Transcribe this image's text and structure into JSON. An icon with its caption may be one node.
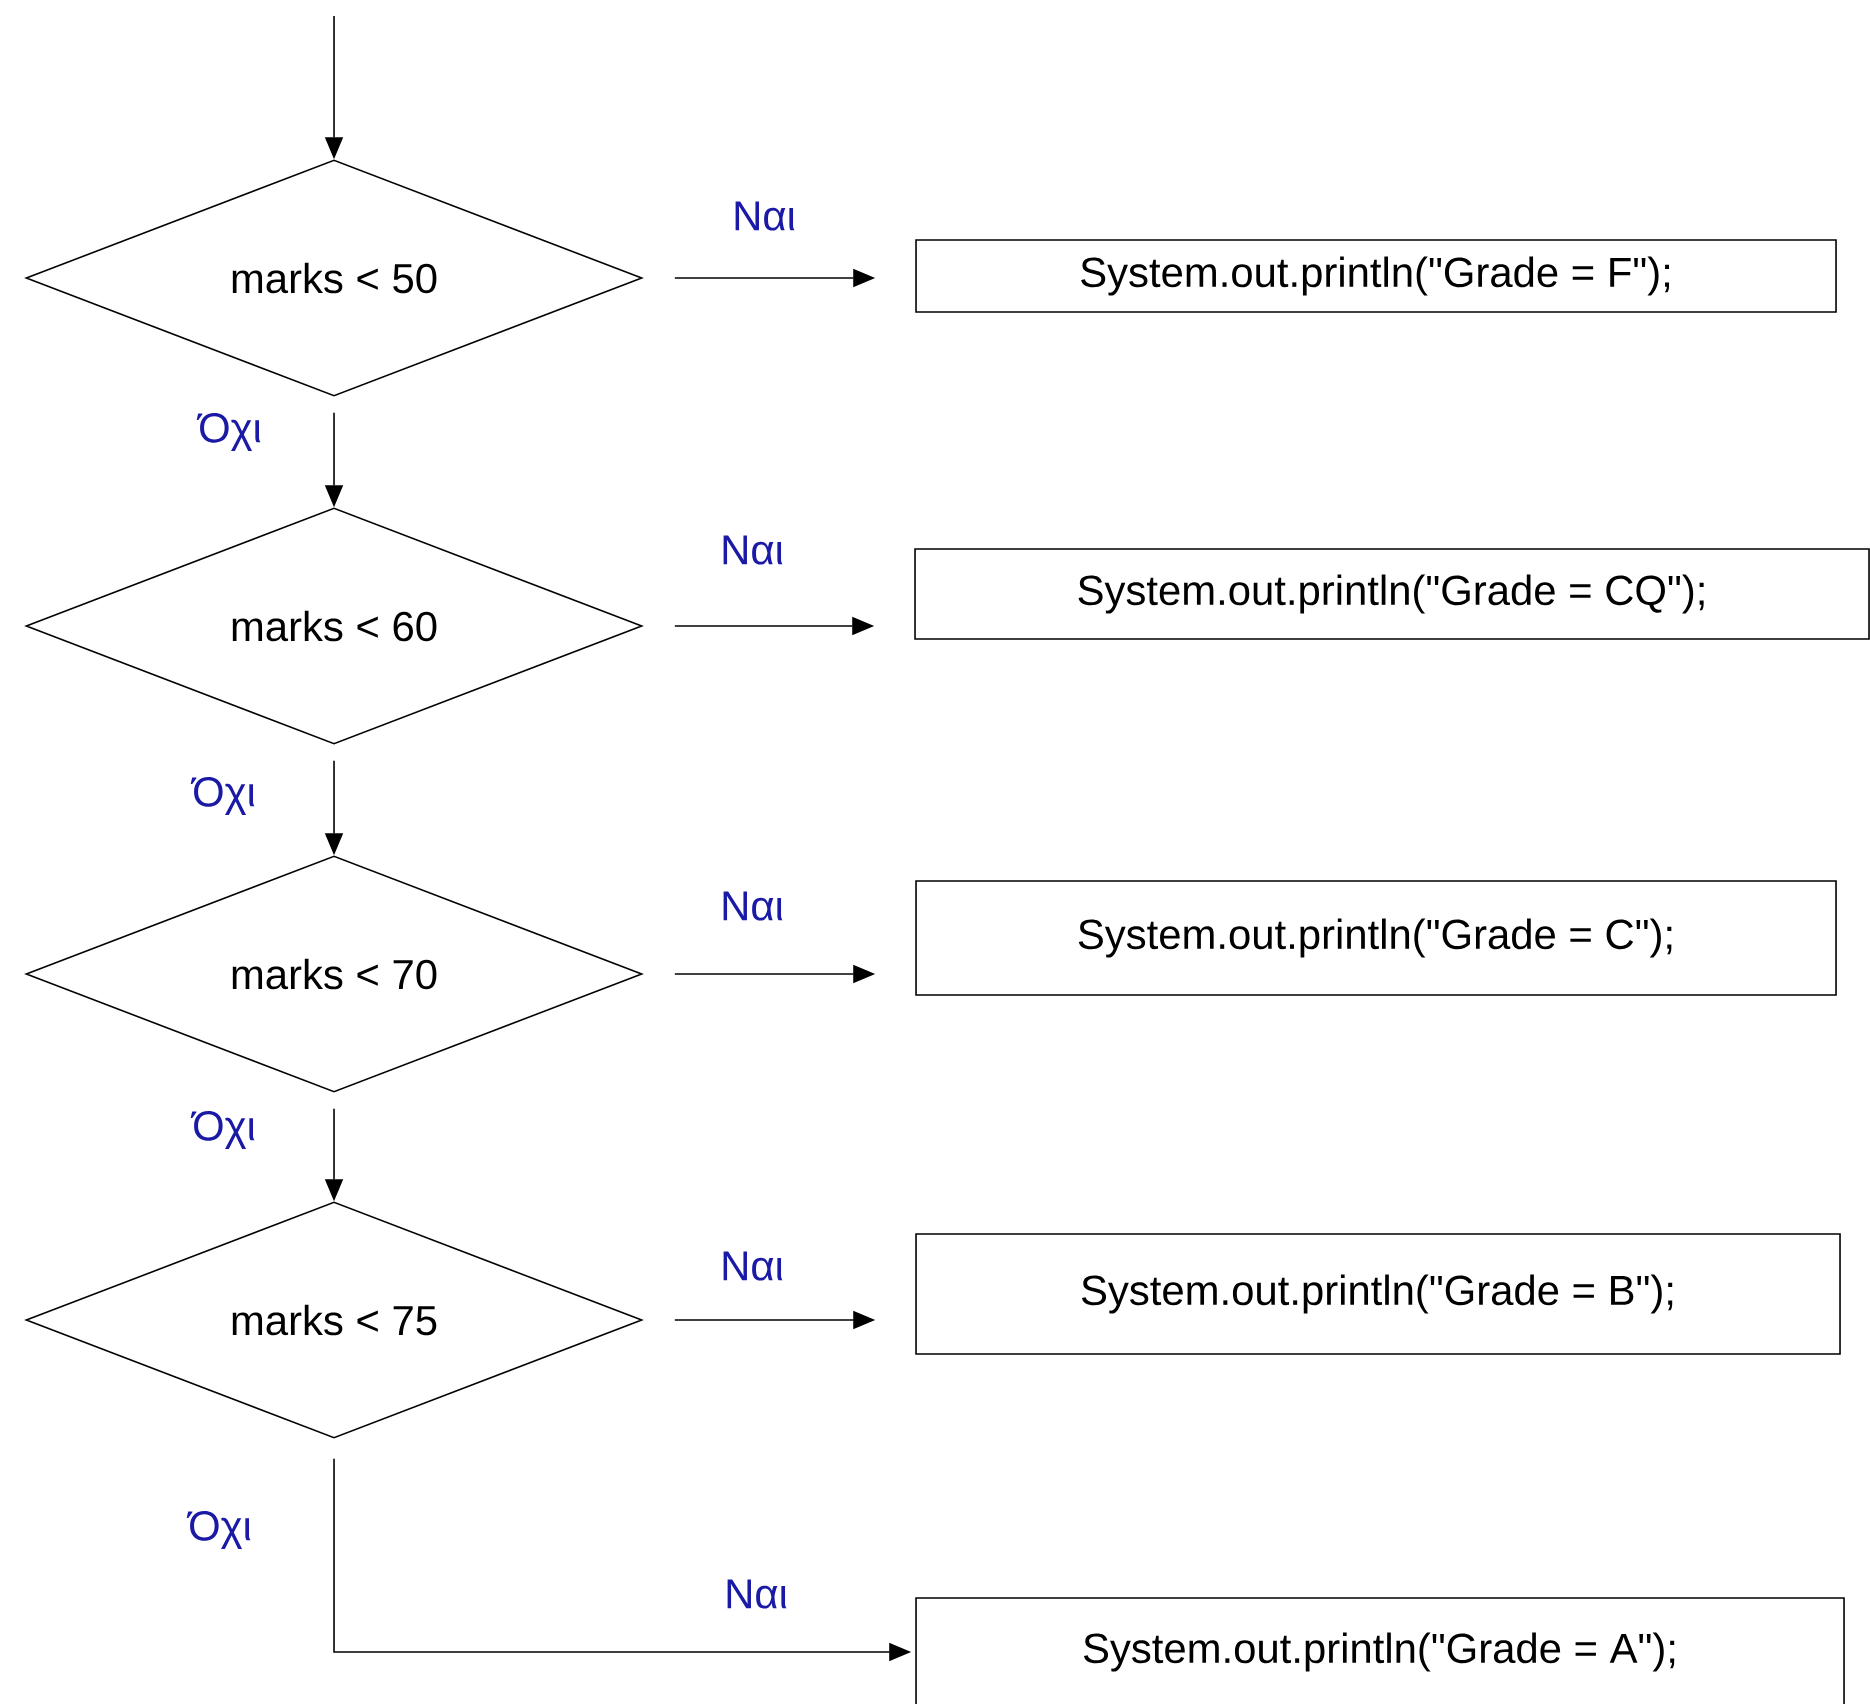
{
  "diagram": {
    "nodes": [
      {
        "text": [
          "marks < 50"
        ]
      },
      {
        "text": [
          "System.out.println(\"Grade = F\");"
        ]
      },
      {
        "text": [
          "marks < 60"
        ]
      },
      {
        "text": [
          "System.out.println(\"Grade = CQ\");"
        ]
      },
      {
        "text": [
          "marks < 70"
        ]
      },
      {
        "text": [
          "System.out.println(\"Grade = C\");"
        ]
      },
      {
        "text": [
          "marks < 75"
        ]
      },
      {
        "text": [
          "System.out.println(\"Grade = B\");"
        ]
      },
      {
        "text": [
          "System.out.println(\"Grade = A\");"
        ]
      }
    ],
    "edges": [
      {
        "from": null,
        "to": 0,
        "arrow": "to"
      },
      {
        "from": 0,
        "to": 1,
        "arrow": "to",
        "label": "Ναι"
      },
      {
        "from": 0,
        "to": 2,
        "arrow": "to",
        "label": "Όχι"
      },
      {
        "from": 2,
        "to": 3,
        "arrow": "to",
        "label": "Ναι"
      },
      {
        "from": 2,
        "to": 4,
        "arrow": "to",
        "label": "Όχι"
      },
      {
        "from": 4,
        "to": 5,
        "arrow": "to",
        "label": "Ναι"
      },
      {
        "from": 4,
        "to": 6,
        "arrow": "to",
        "label": "Όχι"
      },
      {
        "from": 6,
        "to": 7,
        "arrow": "to",
        "label": "Ναι"
      },
      {
        "from": 6,
        "to": 8,
        "arrow": "to",
        "label": "Όχι"
      }
    ],
    "labels": [
      "Ναι"
    ]
  }
}
